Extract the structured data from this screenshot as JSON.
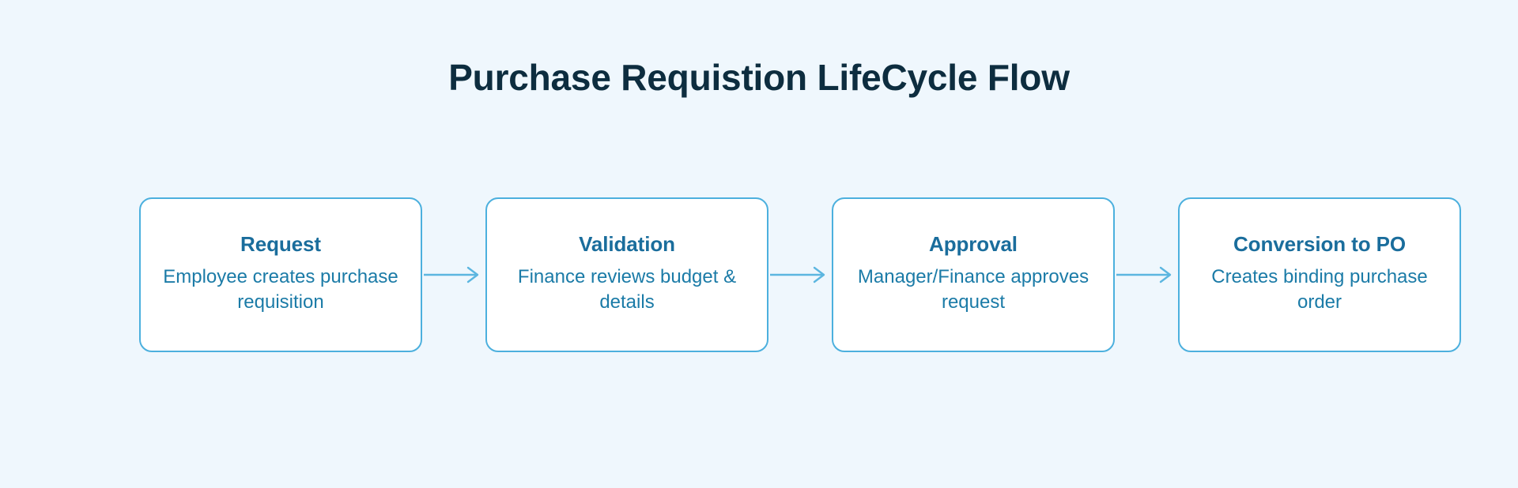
{
  "diagram": {
    "title": "Purchase Requistion LifeCycle Flow",
    "background_color": "#eff7fd",
    "title_color": "#0d2d3f",
    "card_border_color": "#4cb0de",
    "card_fill_color": "#ffffff",
    "step_title_color": "#1a6d9c",
    "step_desc_color": "#1b7ba7",
    "arrow_color": "#5cb6e0",
    "steps": [
      {
        "title": "Request",
        "desc": "Employee creates purchase requisition"
      },
      {
        "title": "Validation",
        "desc": "Finance reviews budget & details"
      },
      {
        "title": "Approval",
        "desc": "Manager/Finance approves request"
      },
      {
        "title": "Conversion to PO",
        "desc": "Creates binding purchase order"
      }
    ]
  }
}
